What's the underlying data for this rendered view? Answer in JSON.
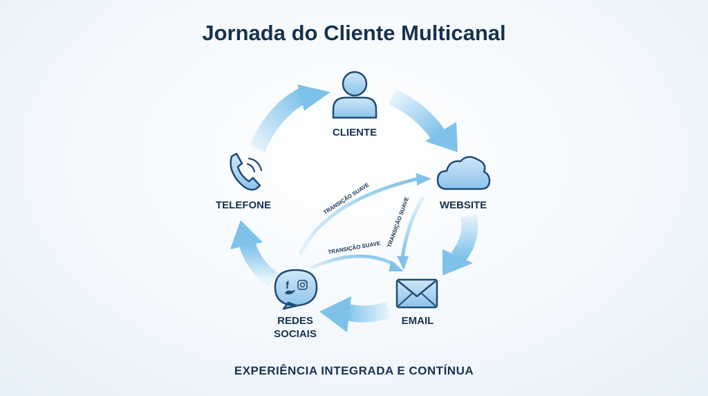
{
  "title": "Jornada do Cliente Multicanal",
  "footer": "EXPERIÊNCIA INTEGRADA E CONTÍNUA",
  "nodes": {
    "cliente": {
      "label": "CLIENTE",
      "icon": "person-icon"
    },
    "website": {
      "label": "WEBSITE",
      "icon": "cloud-icon"
    },
    "email": {
      "label": "EMAIL",
      "icon": "envelope-icon"
    },
    "redes": {
      "label_line1": "REDES",
      "label_line2": "SOCIAIS",
      "icon": "social-chat-bubble-icon"
    },
    "telefone": {
      "label": "TELEFONE",
      "icon": "phone-icon"
    }
  },
  "transitions": {
    "redes_to_website": "TRANSIÇÃO SUAVE",
    "redes_to_email": "TRANSIÇÃO SUAVE",
    "website_to_email": "TRANSIÇÃO SUAVE"
  },
  "colors": {
    "dark_blue": "#17324f",
    "arrow_blue": "#7ec2ea",
    "icon_fill": "#a9d3ef",
    "icon_stroke": "#1f4a73"
  }
}
